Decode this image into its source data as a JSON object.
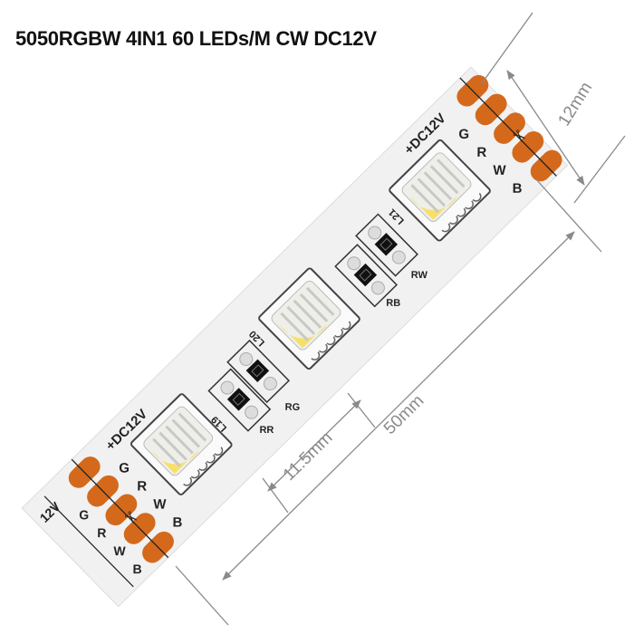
{
  "title": "5050RGBW 4IN1 60 LEDs/M CW DC12V",
  "colors": {
    "pcb": "#f1f1f1",
    "pad": "#d4691c",
    "led_yellow": "#f6e06a",
    "dimension": "#8a8a8a"
  },
  "strip": {
    "power_label": "+DC12V",
    "power_label_partial": "12V",
    "channel_labels": [
      "G",
      "R",
      "W",
      "B"
    ],
    "led_labels": [
      "L19",
      "L20",
      "L21"
    ],
    "resistor_labels": [
      "RR",
      "RG",
      "RB",
      "RW"
    ],
    "cut_icon": "scissors-icon"
  },
  "dimensions": {
    "width": "12mm",
    "length": "50mm",
    "pitch": "11.5mm"
  }
}
